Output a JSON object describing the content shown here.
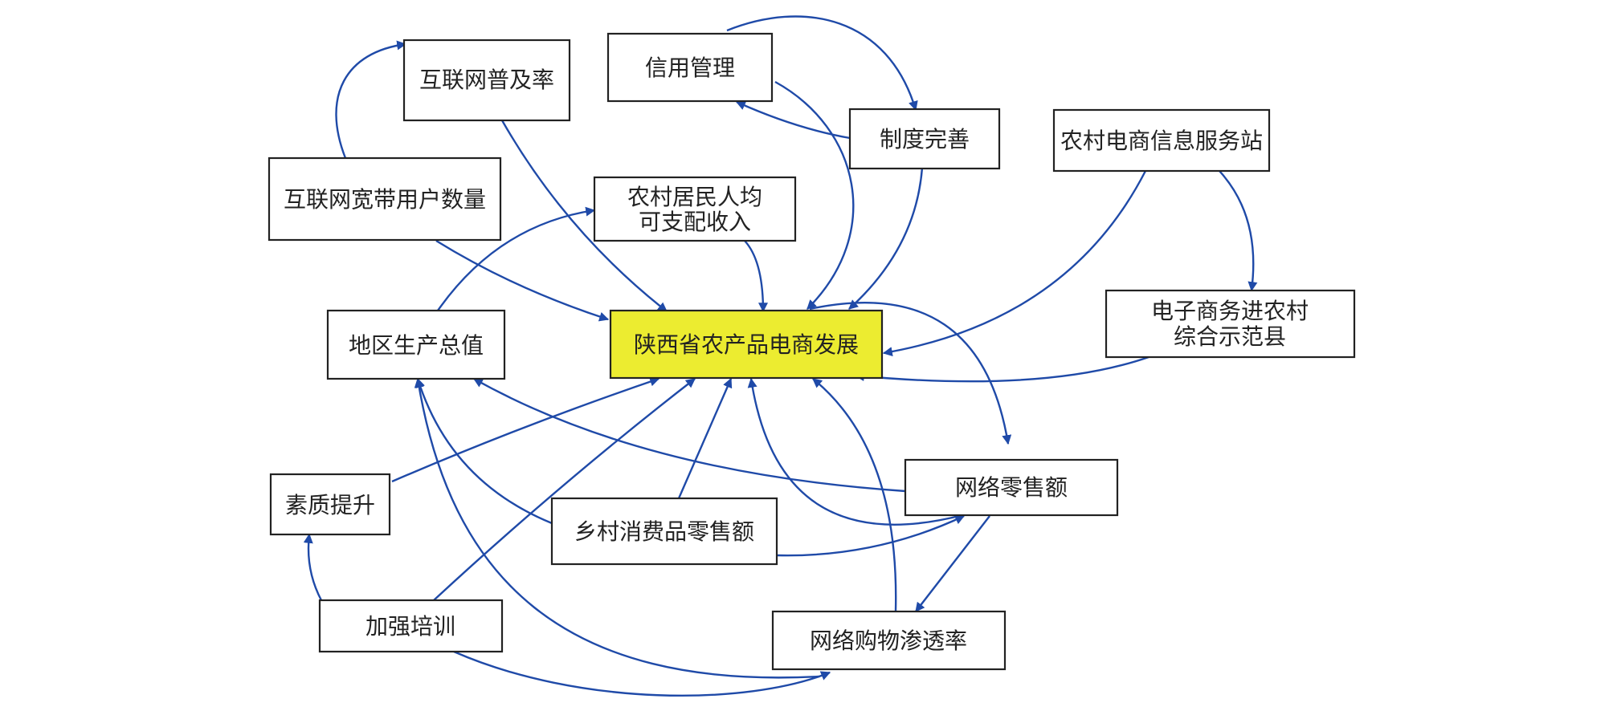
{
  "colors": {
    "arrow": "#1f4aa8",
    "center_fill": "#ecec30",
    "node_fill": "#ffffff",
    "border": "#222222"
  },
  "nodes": {
    "center": {
      "label": "陕西省农产品电商发展"
    },
    "internet_penetration": {
      "label": "互联网普及率"
    },
    "credit_management": {
      "label": "信用管理"
    },
    "system_improvement": {
      "label": "制度完善"
    },
    "rural_service_station": {
      "label": "农村电商信息服务站"
    },
    "broadband_users": {
      "label": "互联网宽带用户数量"
    },
    "rural_income": {
      "line1": "农村居民人均",
      "line2": "可支配收入"
    },
    "demo_county": {
      "line1": "电子商务进农村",
      "line2": "综合示范县"
    },
    "gdp": {
      "label": "地区生产总值"
    },
    "online_retail": {
      "label": "网络零售额"
    },
    "quality_improvement": {
      "label": "素质提升"
    },
    "rural_retail": {
      "label": "乡村消费品零售额"
    },
    "training": {
      "label": "加强培训"
    },
    "online_shopping_penetration": {
      "label": "网络购物渗透率"
    }
  }
}
